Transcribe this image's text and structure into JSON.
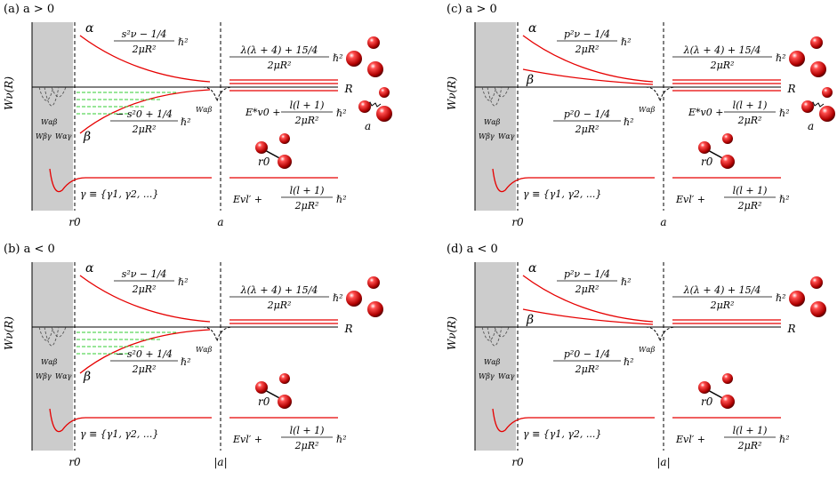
{
  "panels": [
    {
      "id": "a",
      "header": "(a) a > 0",
      "a_label": "a",
      "alpha_frac_top": "s²ν − 1/4",
      "beta_frac_top": "− s²0 + 1/4",
      "frac_bottom": "2μR²",
      "hbar2": "ℏ²",
      "right_top_frac": "λ(λ + 4) + 15/4",
      "bound_expr": "E*v0 +",
      "bound_frac_top": "l(l + 1)",
      "dimer_label": "a",
      "show_bound": true,
      "show_green": true
    },
    {
      "id": "b",
      "header": "(b) a < 0",
      "a_label": "|a|",
      "alpha_frac_top": "s²ν − 1/4",
      "beta_frac_top": "− s²0 + 1/4",
      "frac_bottom": "2μR²",
      "hbar2": "ℏ²",
      "right_top_frac": "λ(λ + 4) + 15/4",
      "bound_expr": "",
      "bound_frac_top": "",
      "dimer_label": "",
      "show_bound": false,
      "show_green": true
    },
    {
      "id": "c",
      "header": "(c) a > 0",
      "a_label": "a",
      "alpha_frac_top": "p²ν − 1/4",
      "beta_frac_top": "p²0 − 1/4",
      "frac_bottom": "2μR²",
      "hbar2": "ℏ²",
      "right_top_frac": "λ(λ + 4) + 15/4",
      "bound_expr": "E*v0 +",
      "bound_frac_top": "l(l + 1)",
      "dimer_label": "a",
      "show_bound": true,
      "show_green": false
    },
    {
      "id": "d",
      "header": "(d) a < 0",
      "a_label": "|a|",
      "alpha_frac_top": "p²ν − 1/4",
      "beta_frac_top": "p²0 − 1/4",
      "frac_bottom": "2μR²",
      "hbar2": "ℏ²",
      "right_top_frac": "λ(λ + 4) + 15/4",
      "bound_expr": "",
      "bound_frac_top": "",
      "dimer_label": "",
      "show_bound": false,
      "show_green": false
    }
  ],
  "common": {
    "ylabel": "Wν(R)",
    "R_label": "R",
    "r0_label": "r0",
    "alpha": "α",
    "beta": "β",
    "gamma_set": "γ ≡ {γ1, γ2, ...}",
    "W_ab": "Wαβ",
    "W_bg": "Wβγ",
    "W_ag": "Wαγ",
    "Wab_well": "Wαβ",
    "evl_expr": "Evl′ +",
    "evl_frac_top": "l(l + 1)",
    "colors": {
      "curve": "#e60000",
      "green": "#33cc33",
      "region": "#cccccc",
      "atom": "#d10000"
    }
  }
}
